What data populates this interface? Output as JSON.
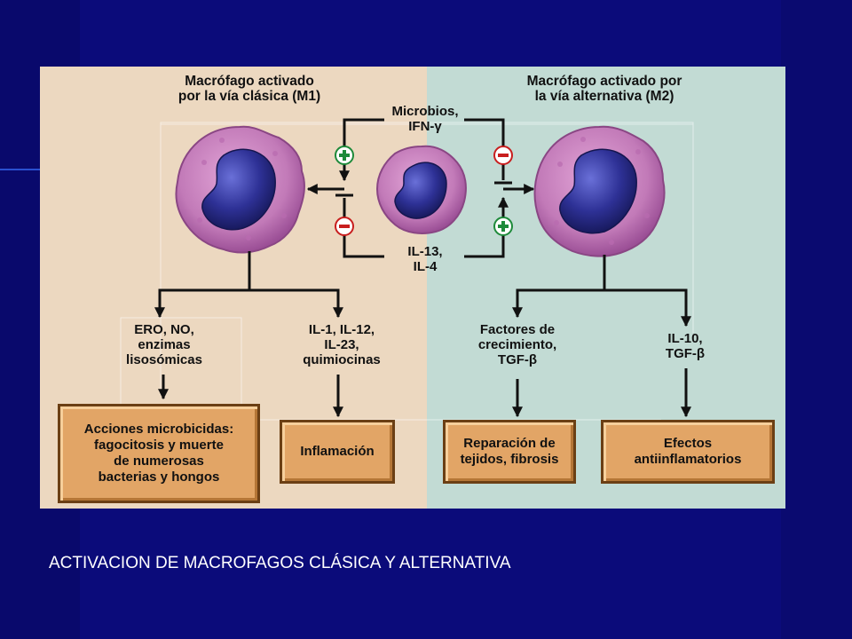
{
  "colors": {
    "background": "#0b0b7a",
    "m1_panel": "#ecd8c0",
    "m2_panel": "#c2dbd4",
    "box_fill": "#e2a566",
    "arrow": "#111111",
    "plus": "#1e8a3a",
    "minus": "#c81e1e",
    "cell_cytoplasm": "#c97fc0",
    "cell_nucleus": "#2a2d8f"
  },
  "icons": [
    "macrophage-cell-icon",
    "plus-sign-icon",
    "minus-sign-icon"
  ],
  "diagram": {
    "m1_title": "Macrófago activado\npor la vía clásica (M1)",
    "m2_title": "Macrófago activado por\nla vía alternativa (M2)",
    "stimulus_top": "Microbios,\nIFN-γ",
    "stimulus_bottom": "IL-13,\nIL-4",
    "signs": {
      "plus": "+",
      "minus": "−"
    },
    "m1_products": [
      "ERO, NO,\nenzimas\nlisosómicas",
      "IL-1, IL-12,\nIL-23,\nquimiocinas"
    ],
    "m2_products": [
      "Factores de\ncrecimiento,\nTGF-β",
      "IL-10,\nTGF-β"
    ],
    "outcomes": [
      "Acciones microbicidas:\nfagocitosis y muerte\nde numerosas\nbacterias y hongos",
      "Inflamación",
      "Reparación de\ntejidos, fibrosis",
      "Efectos\nantiinflamatorios"
    ]
  },
  "caption": "ACTIVACION DE MACROFAGOS CLÁSICA Y ALTERNATIVA"
}
